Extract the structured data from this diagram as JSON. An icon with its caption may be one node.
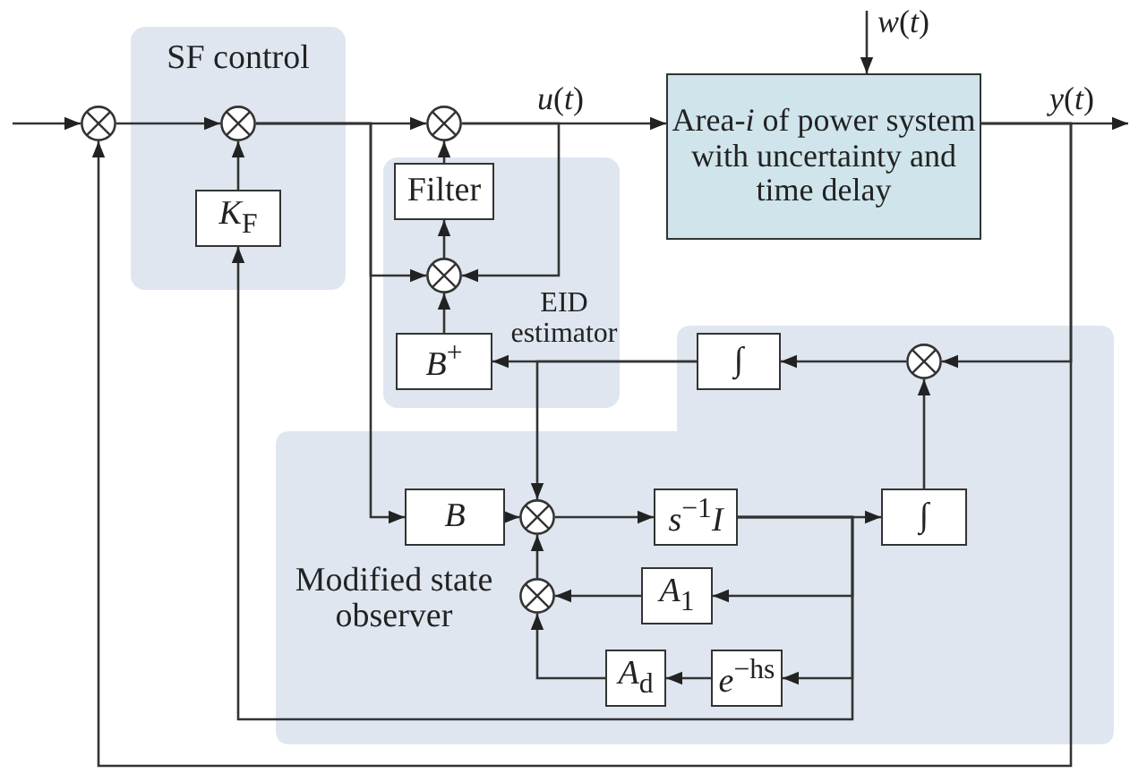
{
  "diagram": {
    "nodes": [
      {
        "text": [
          "SF control"
        ]
      },
      {
        "text": [],
        "shape": "circle"
      },
      {
        "text": [],
        "shape": "circle",
        "in": 0
      },
      {
        "text": [
          "*K*$_{F}$"
        ],
        "in": 0
      },
      {
        "text": [
          "EID estimator"
        ]
      },
      {
        "text": [
          "Filter"
        ],
        "in": 4
      },
      {
        "text": [],
        "shape": "circle",
        "in": 4
      },
      {
        "text": [
          "*B*$^{+}$"
        ],
        "in": 4
      },
      {
        "text": [],
        "shape": "circle"
      },
      {
        "text": [
          "Area-*i* of power system with uncertainty and time delay"
        ]
      },
      {
        "text": [
          "Modified state observer"
        ]
      },
      {
        "text": [
          "∫"
        ],
        "in": 10
      },
      {
        "text": [],
        "shape": "circle",
        "in": 10
      },
      {
        "text": [
          "*B*"
        ],
        "in": 10
      },
      {
        "text": [],
        "shape": "circle",
        "in": 10
      },
      {
        "text": [
          "*s*$^{−1}$*I*"
        ],
        "in": 10
      },
      {
        "text": [
          "∫"
        ],
        "in": 10
      },
      {
        "text": [
          "*A*$_{1}$"
        ],
        "in": 10
      },
      {
        "text": [],
        "shape": "circle",
        "in": 10
      },
      {
        "text": [
          "*A*$_{d}$"
        ],
        "in": 10
      },
      {
        "text": [
          "*e*$^{−hs}$"
        ],
        "in": 10
      }
    ],
    "edges": [
      {
        "from": null,
        "to": 1,
        "arrow": "to"
      },
      {
        "from": 1,
        "to": 2,
        "arrow": "to"
      },
      {
        "from": 3,
        "to": 2,
        "arrow": "to"
      },
      {
        "from": 2,
        "to": 8,
        "arrow": "to"
      },
      {
        "from": 2,
        "to": 6,
        "arrow": "to"
      },
      {
        "from": 2,
        "to": 13,
        "arrow": "to"
      },
      {
        "from": 5,
        "to": 8,
        "arrow": "to"
      },
      {
        "from": 6,
        "to": 5,
        "arrow": "to"
      },
      {
        "from": 7,
        "to": 6,
        "arrow": "to"
      },
      {
        "from": 8,
        "to": 9,
        "arrow": "to",
        "label": "*u*(*t*)"
      },
      {
        "from": 8,
        "to": 6,
        "arrow": "to"
      },
      {
        "from": null,
        "to": 9,
        "arrow": "to",
        "label": "*w*(*t*)"
      },
      {
        "from": 9,
        "to": null,
        "arrow": "to",
        "label": "*y*(*t*)"
      },
      {
        "from": 9,
        "to": 12,
        "arrow": "to"
      },
      {
        "from": 9,
        "to": 1,
        "arrow": "to"
      },
      {
        "from": 12,
        "to": 11,
        "arrow": "to"
      },
      {
        "from": 16,
        "to": 12,
        "arrow": "to"
      },
      {
        "from": 11,
        "to": 7,
        "arrow": "to"
      },
      {
        "from": 11,
        "to": 14,
        "arrow": "to"
      },
      {
        "from": 13,
        "to": 14,
        "arrow": "to"
      },
      {
        "from": 14,
        "to": 15,
        "arrow": "to"
      },
      {
        "from": 15,
        "to": 16,
        "arrow": "to"
      },
      {
        "from": 15,
        "to": 17,
        "arrow": "to"
      },
      {
        "from": 15,
        "to": 20,
        "arrow": "to"
      },
      {
        "from": 15,
        "to": 3,
        "arrow": "to"
      },
      {
        "from": 17,
        "to": 18,
        "arrow": "to"
      },
      {
        "from": 20,
        "to": 19,
        "arrow": "to"
      },
      {
        "from": 19,
        "to": 18,
        "arrow": "to"
      },
      {
        "from": 18,
        "to": 14,
        "arrow": "to"
      }
    ]
  }
}
